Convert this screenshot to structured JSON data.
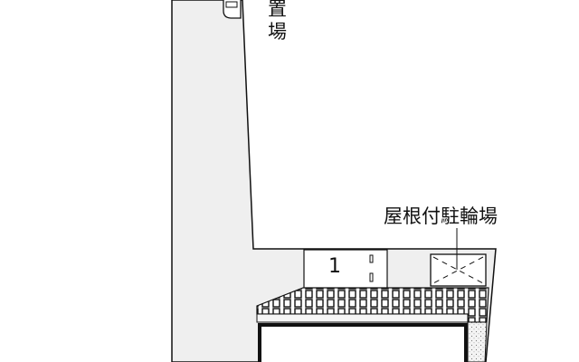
{
  "labels": {
    "top_vertical": "置場",
    "covered_bicycle_parking": "屋根付駐輪場",
    "unit_number": "1"
  },
  "colors": {
    "ground": "#efefef",
    "line": "#111111",
    "building": "#ffffff"
  },
  "icons": [
    "car-icon",
    "bicycle-parking-marker"
  ]
}
